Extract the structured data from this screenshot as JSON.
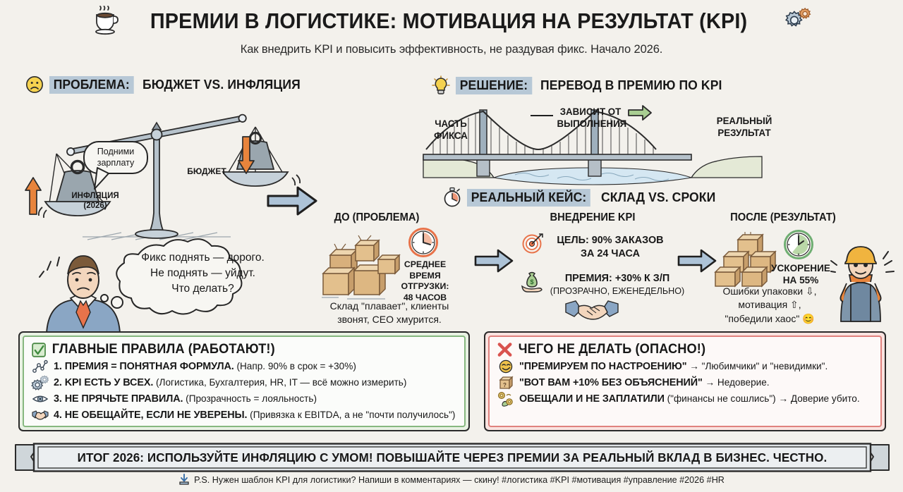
{
  "colors": {
    "bg": "#f3f1ec",
    "highlight": "#b7c8d6",
    "arrow_blue": "#adc3d7",
    "green_border": "#86b87f",
    "red_border": "#e0827e",
    "orange": "#e8843c",
    "ink": "#1f1f1f"
  },
  "header": {
    "coffee_icon": "coffee-cup-icon",
    "gear_icon": "gears-icon",
    "title": "ПРЕМИИ В ЛОГИСТИКЕ: МОТИВАЦИЯ НА РЕЗУЛЬТАТ (KPI)",
    "subtitle": "Как внедрить KPI и повысить эффективность, не раздувая фикс. Начало 2026."
  },
  "problem": {
    "icon": "sad-face-icon",
    "head_highlight": "ПРОБЛЕМА:",
    "head_rest": "БЮДЖЕТ VS. ИНФЛЯЦИЯ",
    "speech_bubble": "Подними\nзарплату",
    "speech_line1": "Подними",
    "speech_line2": "зарплату",
    "weight_left_line1": "ИНФЛЯЦИЯ",
    "weight_left_line2": "(2026)",
    "weight_right": "БЮДЖЕТ",
    "thought_line1": "Фикс поднять — дорого.",
    "thought_line2": "Не поднять — уйдут.",
    "thought_line3": "Что делать?"
  },
  "solution": {
    "icon": "lightbulb-icon",
    "head_highlight": "РЕШЕНИЕ:",
    "head_rest": "ПЕРЕВОД В ПРЕМИЮ ПО KPI",
    "left_label_l1": "ЧАСТЬ",
    "left_label_l2": "ФИКСА",
    "mid_label_l1": "ЗАВИСИТ ОТ",
    "mid_label_l2": "ВЫПОЛНЕНИЯ",
    "right_label_l1": "РЕАЛЬНЫЙ",
    "right_label_l2": "РЕЗУЛЬТАТ",
    "arrow_icon": "green-arrow-icon"
  },
  "case": {
    "icon": "stopwatch-icon",
    "head_highlight": "РЕАЛЬНЫЙ КЕЙС:",
    "head_rest": "СКЛАД VS. СРОКИ",
    "before": {
      "title": "ДО (ПРОБЛЕМА)",
      "boxes_icon": "cardboard-boxes-icon",
      "clock_icon": "clock-red-icon",
      "metric_l1": "СРЕДНЕЕ ВРЕМЯ",
      "metric_l2": "ОТГРУЗКИ:",
      "metric_l3": "48 ЧАСОВ",
      "note_l1": "Склад \"плавает\", клиенты",
      "note_l2": "звонят, CEO хмурится."
    },
    "during": {
      "title": "ВНЕДРЕНИЕ KPI",
      "target_icon": "target-dart-icon",
      "goal_l1": "ЦЕЛЬ: 90% ЗАКАЗОВ",
      "goal_l2": "ЗА 24 ЧАСА",
      "money_icon": "money-bag-icon",
      "bonus_l1": "ПРЕМИЯ: +30% К З/П",
      "bonus_l2": "(ПРОЗРАЧНО, ЕЖЕНЕДЕЛЬНО)",
      "handshake_icon": "handshake-icon"
    },
    "after": {
      "title": "ПОСЛЕ (РЕЗУЛЬТАТ)",
      "boxes_icon": "stacked-boxes-icon",
      "clock_icon": "clock-green-icon",
      "metric_l1": "УСКОРЕНИЕ",
      "metric_l2": "НА 55%",
      "note_l1": "Ошибки упаковки ⇩,",
      "note_l2": "мотивация ⇧,",
      "note_l3": "\"победили хаос\" 😊",
      "worker_icon": "warehouse-worker-icon"
    },
    "arrow1_icon": "blue-arrow-icon",
    "arrow2_icon": "blue-arrow-icon"
  },
  "big_arrow_icon": "blue-arrow-icon",
  "rules_good": {
    "check_icon": "check-box-icon",
    "title": "ГЛАВНЫЕ ПРАВИЛА (РАБОТАЮТ!)",
    "items": [
      {
        "icon": "graph-node-icon",
        "bold": "1. ПРЕМИЯ = ПОНЯТНАЯ ФОРМУЛА.",
        "rest": " (Напр. 90% в срок = +30%)"
      },
      {
        "icon": "gears-icon",
        "bold": "2. KPI ЕСТЬ У ВСЕХ.",
        "rest": " (Логистика, Бухгалтерия, HR, IT — всё можно измерить)"
      },
      {
        "icon": "eye-icon",
        "bold": "3. НЕ ПРЯЧЬТЕ ПРАВИЛА.",
        "rest": " (Прозрачность = лояльность)"
      },
      {
        "icon": "handshake-icon",
        "bold": "4. НЕ ОБЕЩАЙТЕ, ЕСЛИ НЕ УВЕРЕНЫ.",
        "rest": " (Привязка к EBITDA, а не \"почти получилось\")"
      }
    ]
  },
  "rules_bad": {
    "cross_icon": "red-cross-icon",
    "title": "ЧЕГО НЕ ДЕЛАТЬ (ОПАСНО!)",
    "items": [
      {
        "icon": "smirking-face-icon",
        "bold": "\"ПРЕМИРУЕМ ПО НАСТРОЕНИЮ\"",
        "rest": " → \"Любимчики\" и \"невидимки\"."
      },
      {
        "icon": "mystery-box-icon",
        "bold": "\"ВОТ ВАМ +10% БЕЗ ОБЪЯСНЕНИЙ\"",
        "rest": " → Недоверие."
      },
      {
        "icon": "broken-coins-icon",
        "bold": "ОБЕЩАЛИ И НЕ ЗАПЛАТИЛИ",
        "rest": " (\"финансы не сошлись\") → Доверие убито."
      }
    ]
  },
  "ribbon": {
    "text": "ИТОГ 2026: ИСПОЛЬЗУЙТЕ ИНФЛЯЦИЮ С УМОМ! ПОВЫШАЙТЕ ЧЕРЕЗ ПРЕМИИ ЗА РЕАЛЬНЫЙ ВКЛАД В БИЗНЕС. ЧЕСТНО."
  },
  "footer": {
    "icon": "download-icon",
    "text": "P.S. Нужен шаблон KPI для логистики? Напиши в комментариях — скину! #логистика #KPI #мотивация #управление #2026 #HR"
  }
}
